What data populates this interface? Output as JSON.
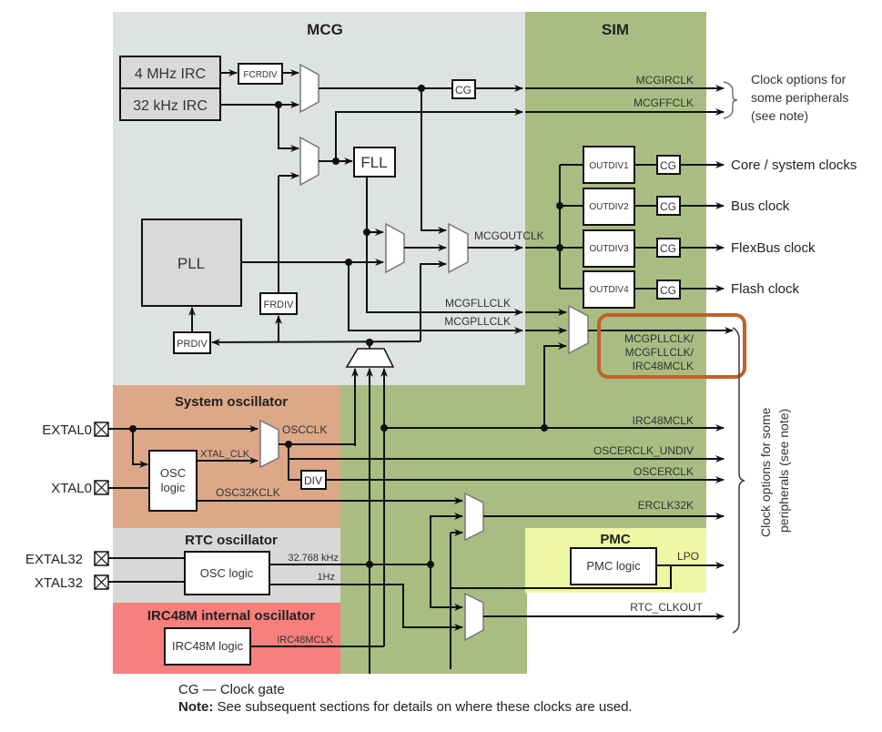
{
  "regions": {
    "mcg": {
      "title": "MCG",
      "color": "#dfe2e3"
    },
    "sim": {
      "title": "SIM",
      "color": "#a9bd83"
    },
    "system_oscillator": {
      "title": "System oscillator",
      "color": "#dda888"
    },
    "rtc_oscillator": {
      "title": "RTC oscillator",
      "color": "#d8d8d8"
    },
    "irc48m_oscillator": {
      "title": "IRC48M internal oscillator",
      "color": "#f77f7c"
    },
    "pmc": {
      "title": "PMC",
      "color": "#eef7a3"
    }
  },
  "blocks": {
    "irc4m": "4 MHz IRC",
    "irc32k": "32 kHz IRC",
    "fcrdiv": "FCRDIV",
    "fll": "FLL",
    "pll": "PLL",
    "frdiv": "FRDIV",
    "prdiv": "PRDIV",
    "outdiv1": "OUTDIV1",
    "outdiv2": "OUTDIV2",
    "outdiv3": "OUTDIV3",
    "outdiv4": "OUTDIV4",
    "cg": "CG",
    "osc_logic_line1": "OSC",
    "osc_logic_line2": "logic",
    "div": "DIV",
    "rtc_osc_logic": "OSC logic",
    "irc48m_logic": "IRC48M logic",
    "pmc_logic": "PMC logic"
  },
  "signals": {
    "mcgirclk": "MCGIRCLK",
    "mcgffclk": "MCGFFCLK",
    "mcgoutclk": "MCGOUTCLK",
    "mcgfllclk": "MCGFLLCLK",
    "mcgpllclk": "MCGPLLCLK",
    "muxed_line1": "MCGPLLCLK/",
    "muxed_line2": "MCGFLLCLK/",
    "muxed_line3": "IRC48MCLK",
    "irc48mclk": "IRC48MCLK",
    "oscerclk_undiv": "OSCERCLK_UNDIV",
    "oscerclk": "OSCERCLK",
    "erclk32k": "ERCLK32K",
    "lpo": "LPO",
    "rtc_clkout": "RTC_CLKOUT",
    "oscclk": "OSCCLK",
    "xtal_clk": "XTAL_CLK",
    "osc32kclk": "OSC32KCLK",
    "rtc_32k": "32.768 kHz",
    "rtc_1hz": "1Hz",
    "irc48m_out": "IRC48MCLK"
  },
  "pins": {
    "extal0": "EXTAL0",
    "xtal0": "XTAL0",
    "extal32": "EXTAL32",
    "xtal32": "XTAL32"
  },
  "outputs": {
    "core": "Core / system clocks",
    "bus": "Bus clock",
    "flexbus": "FlexBus clock",
    "flash": "Flash clock"
  },
  "annotations": {
    "top_line1": "Clock options for",
    "top_line2": "some peripherals",
    "top_line3": "(see note)",
    "side_line1": "Clock options for some",
    "side_line2": "peripherals (see note)",
    "highlight_color": "#c0622a"
  },
  "footer": {
    "legend": "CG — Clock gate",
    "note_label": "Note:",
    "note_text": " See subsequent sections for details on where these clocks are used."
  }
}
